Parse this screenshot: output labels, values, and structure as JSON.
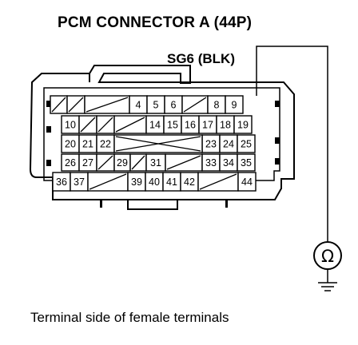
{
  "title": "PCM CONNECTOR A (44P)",
  "signal_label": "SG6 (BLK)",
  "caption": "Terminal side of female terminals",
  "meter_symbol": "Ω",
  "rows": [
    [
      {
        "t": "x"
      },
      {
        "t": "x"
      },
      {
        "t": "x"
      },
      {
        "t": "4"
      },
      {
        "t": "5"
      },
      {
        "t": "6"
      },
      {
        "t": "x"
      },
      {
        "t": "8"
      },
      {
        "t": "9"
      }
    ],
    [
      {
        "t": "10"
      },
      {
        "t": "x"
      },
      {
        "t": "x"
      },
      {
        "t": "x"
      },
      {
        "t": "14"
      },
      {
        "t": "15"
      },
      {
        "t": "16"
      },
      {
        "t": "17"
      },
      {
        "t": "18"
      },
      {
        "t": "19"
      }
    ],
    [
      {
        "t": "20"
      },
      {
        "t": "21"
      },
      {
        "t": "22"
      },
      {
        "t": "23"
      },
      {
        "t": "24"
      },
      {
        "t": "25"
      }
    ],
    [
      {
        "t": "26"
      },
      {
        "t": "27"
      },
      {
        "t": "x"
      },
      {
        "t": "29"
      },
      {
        "t": "x"
      },
      {
        "t": "31"
      },
      {
        "t": "x"
      },
      {
        "t": "33"
      },
      {
        "t": "34"
      },
      {
        "t": "35"
      }
    ],
    [
      {
        "t": "36"
      },
      {
        "t": "37"
      },
      {
        "t": "x"
      },
      {
        "t": "39"
      },
      {
        "t": "40"
      },
      {
        "t": "41"
      },
      {
        "t": "42"
      },
      {
        "t": "x"
      },
      {
        "t": "44"
      }
    ]
  ]
}
